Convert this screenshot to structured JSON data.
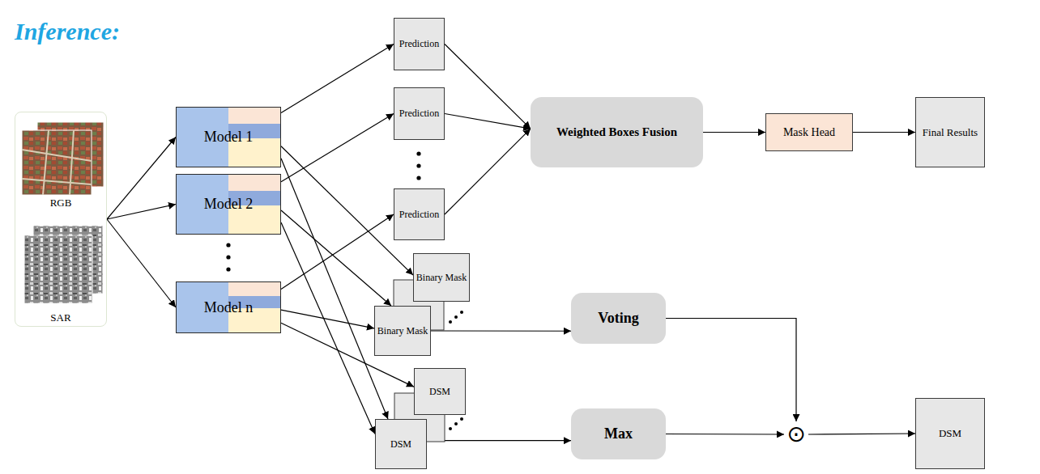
{
  "diagram": {
    "title": "Inference:",
    "nodes": [
      {
        "text": [
          "RGB",
          "SAR"
        ]
      },
      {
        "text": [
          "Model 1"
        ]
      },
      {
        "text": [
          "Model 2"
        ]
      },
      {
        "text": [
          "Model n"
        ]
      },
      {
        "text": [
          "Prediction"
        ]
      },
      {
        "text": [
          "Prediction"
        ]
      },
      {
        "text": [
          "Prediction"
        ]
      },
      {
        "text": [
          "Weighted Boxes Fusion"
        ]
      },
      {
        "text": [
          "Mask Head"
        ]
      },
      {
        "text": [
          "Final Results"
        ]
      },
      {
        "text": [
          "Binary Mask"
        ]
      },
      {
        "text": [
          "Binary Mask"
        ]
      },
      {
        "text": [
          "Voting"
        ]
      },
      {
        "text": [
          "DSM"
        ]
      },
      {
        "text": [
          "DSM"
        ]
      },
      {
        "text": [
          "Max"
        ]
      },
      {
        "text": [
          "⊙"
        ]
      },
      {
        "text": [
          "DSM"
        ]
      }
    ],
    "edges": [
      {
        "from": 0,
        "to": 1,
        "arrow": "to"
      },
      {
        "from": 0,
        "to": 2,
        "arrow": "to"
      },
      {
        "from": 0,
        "to": 3,
        "arrow": "to"
      },
      {
        "from": 1,
        "to": 4,
        "arrow": "to"
      },
      {
        "from": 2,
        "to": 5,
        "arrow": "to"
      },
      {
        "from": 3,
        "to": 6,
        "arrow": "to"
      },
      {
        "from": 4,
        "to": 7,
        "arrow": "to"
      },
      {
        "from": 5,
        "to": 7,
        "arrow": "to"
      },
      {
        "from": 6,
        "to": 7,
        "arrow": "to"
      },
      {
        "from": 7,
        "to": 8,
        "arrow": "to"
      },
      {
        "from": 8,
        "to": 9,
        "arrow": "to"
      },
      {
        "from": 1,
        "to": 10,
        "arrow": "to"
      },
      {
        "from": 2,
        "to": 11,
        "arrow": "to"
      },
      {
        "from": 3,
        "to": 11,
        "arrow": "to"
      },
      {
        "from": 11,
        "to": 12,
        "arrow": "to"
      },
      {
        "from": 1,
        "to": 14,
        "arrow": "to"
      },
      {
        "from": 2,
        "to": 14,
        "arrow": "to"
      },
      {
        "from": 3,
        "to": 13,
        "arrow": "to"
      },
      {
        "from": 14,
        "to": 15,
        "arrow": "to"
      },
      {
        "from": 12,
        "to": 16,
        "arrow": "to"
      },
      {
        "from": 15,
        "to": 16,
        "arrow": "to"
      },
      {
        "from": 16,
        "to": 17,
        "arrow": "to"
      }
    ]
  }
}
